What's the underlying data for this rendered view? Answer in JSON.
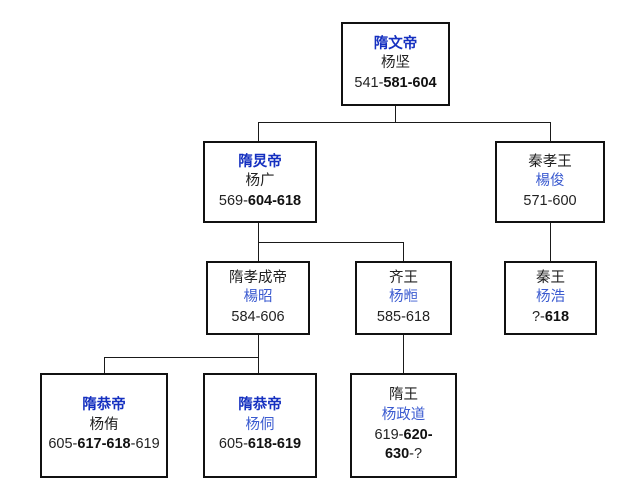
{
  "diagram": {
    "title": "Sui dynasty imperial family tree",
    "colors": {
      "link_blue": "#1530c0",
      "name_blue": "#3b5bd0",
      "text_black": "#222222",
      "box_border": "#111111",
      "background": "#ffffff"
    },
    "nodes": [
      {
        "id": "sui-wendi",
        "title": "隔文帝",
        "title_display": "隋文帝",
        "title_is_link": true,
        "name": "杨坚",
        "name_is_link": false,
        "dates_plain_pre": "541-",
        "dates_bold": "581-604",
        "dates_plain_post": "",
        "dates_full": "541-581-604"
      },
      {
        "id": "sui-yangdi",
        "title_display": "隋炅帝",
        "title_is_link": true,
        "name": "杨广",
        "name_is_link": false,
        "dates_plain_pre": "569-",
        "dates_bold": "604-618",
        "dates_plain_post": "",
        "dates_full": "569-604-618"
      },
      {
        "id": "qin-xiaowang",
        "title_display": "秦孝王",
        "title_is_link": false,
        "name": "楊俊",
        "name_is_link": true,
        "dates_plain_pre": "571-600",
        "dates_bold": "",
        "dates_plain_post": "",
        "dates_full": "571-600"
      },
      {
        "id": "sui-xiaochengdi",
        "title_display": "隋孝成帝",
        "title_is_link": false,
        "name": "楊昭",
        "name_is_link": true,
        "dates_plain_pre": "584-606",
        "dates_bold": "",
        "dates_plain_post": "",
        "dates_full": "584-606"
      },
      {
        "id": "qi-wang",
        "title_display": "齐王",
        "title_is_link": false,
        "name": "杨暅",
        "name_is_link": true,
        "dates_plain_pre": "585-618",
        "dates_bold": "",
        "dates_plain_post": "",
        "dates_full": "585-618"
      },
      {
        "id": "qin-wang",
        "title_display": "秦王",
        "title_is_link": false,
        "name": "杨浩",
        "name_is_link": true,
        "dates_plain_pre": "?-",
        "dates_bold": "618",
        "dates_plain_post": "",
        "dates_full": "?-618"
      },
      {
        "id": "sui-gongdi-you",
        "title_display": "隋恭帝",
        "title_is_link": true,
        "name": "杨侑",
        "name_is_link": false,
        "dates_plain_pre": "605-",
        "dates_bold": "617-618",
        "dates_plain_post": "-619",
        "dates_full": "605-617-618-619"
      },
      {
        "id": "sui-gongdi-tong",
        "title_display": "隋恭帝",
        "title_is_link": true,
        "name": "杨侗",
        "name_is_link": true,
        "dates_plain_pre": "605-",
        "dates_bold": "618-619",
        "dates_plain_post": "",
        "dates_full": "605-618-619"
      },
      {
        "id": "sui-wang",
        "title_display": "隋王",
        "title_is_link": false,
        "name": "杨政道",
        "name_is_link": true,
        "dates_plain_pre": "619-",
        "dates_bold": "620-630",
        "dates_plain_post": "-?",
        "dates_full": "619-620-630-?"
      }
    ]
  }
}
